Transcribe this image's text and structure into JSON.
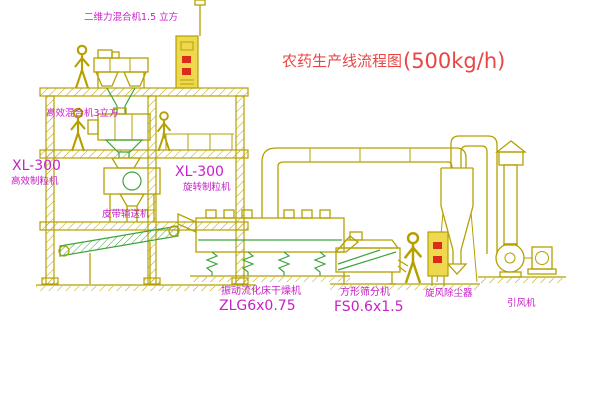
{
  "title": {
    "main": "农药生产线流程图",
    "capacity": "(500kg/h)"
  },
  "labels": {
    "top_mixer": "二维力混合机1.5 立方",
    "second_mixer": "高效混合机3立方",
    "left_granulator_model": "XL-300",
    "left_granulator_name": "高效制粒机",
    "mid_granulator_model": "XL-300",
    "mid_granulator_name": "旋转制粒机",
    "belt_conveyor": "皮带输送机",
    "dryer_name": "振动流化床干燥机",
    "dryer_model": "ZLG6x0.75",
    "sieve_name": "方形筛分机",
    "sieve_model": "FS0.6x1.5",
    "cyclone_name": "旋风除尘器",
    "fan_name": "引风机"
  },
  "colors": {
    "line": "#b5a000",
    "green": "#3da33d",
    "magenta": "#c820c8",
    "red": "#e84545",
    "cabinet": "#eed84e",
    "cabred": "#dd2b1b"
  }
}
